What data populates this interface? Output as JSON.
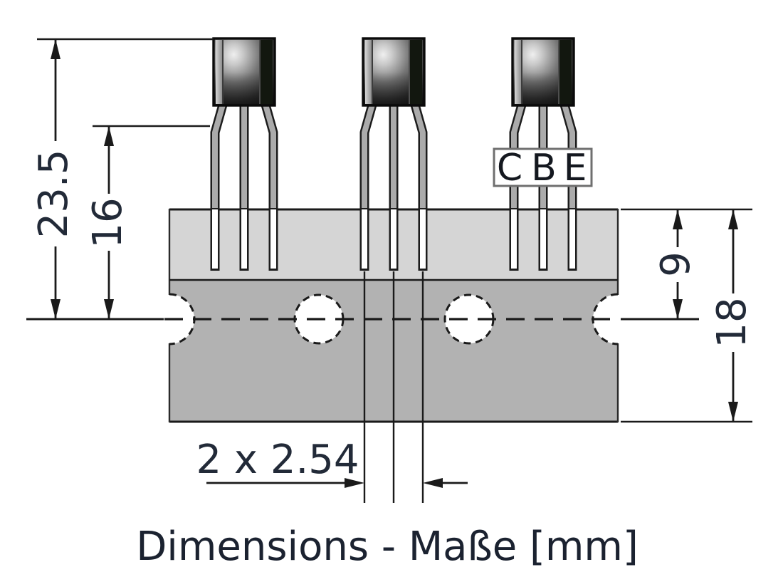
{
  "diagram": {
    "caption": "Dimensions - Maße [mm]",
    "pin_labels": {
      "collector": "C",
      "base": "B",
      "emitter": "E"
    },
    "dimensions_mm": {
      "overall_height": "23.5",
      "lead_length": "16",
      "tape_top_to_centerline": "9",
      "tape_width": "18",
      "lead_pitch": "2 x 2.54"
    },
    "colors": {
      "tape_upper_band": "#d5d5d5",
      "tape_lower_band": "#b2b2b2",
      "line_color": "#1a1a1a",
      "annotation_text": "#222a38",
      "lead_fill": "#ababab",
      "transistor_dark_band": "#12170f"
    }
  }
}
